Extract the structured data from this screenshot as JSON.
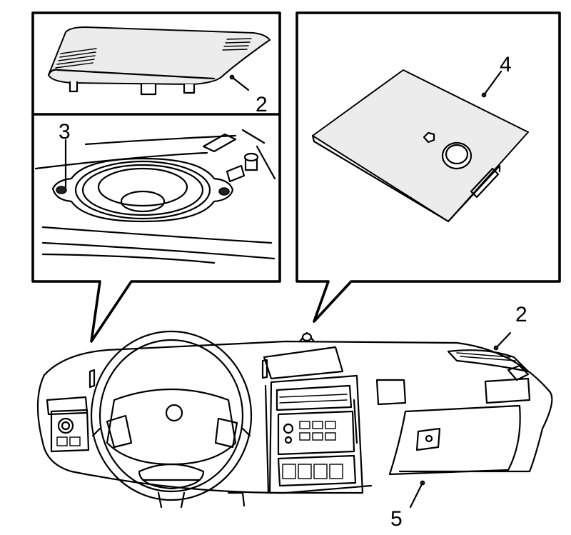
{
  "diagram": {
    "callouts": [
      {
        "id": "speaker-cover-inset",
        "label": "2"
      },
      {
        "id": "speaker-screw",
        "label": "3"
      },
      {
        "id": "panel-cover",
        "label": "4"
      },
      {
        "id": "dashboard-speaker-cover",
        "label": "2"
      },
      {
        "id": "glovebox",
        "label": "5"
      }
    ]
  }
}
